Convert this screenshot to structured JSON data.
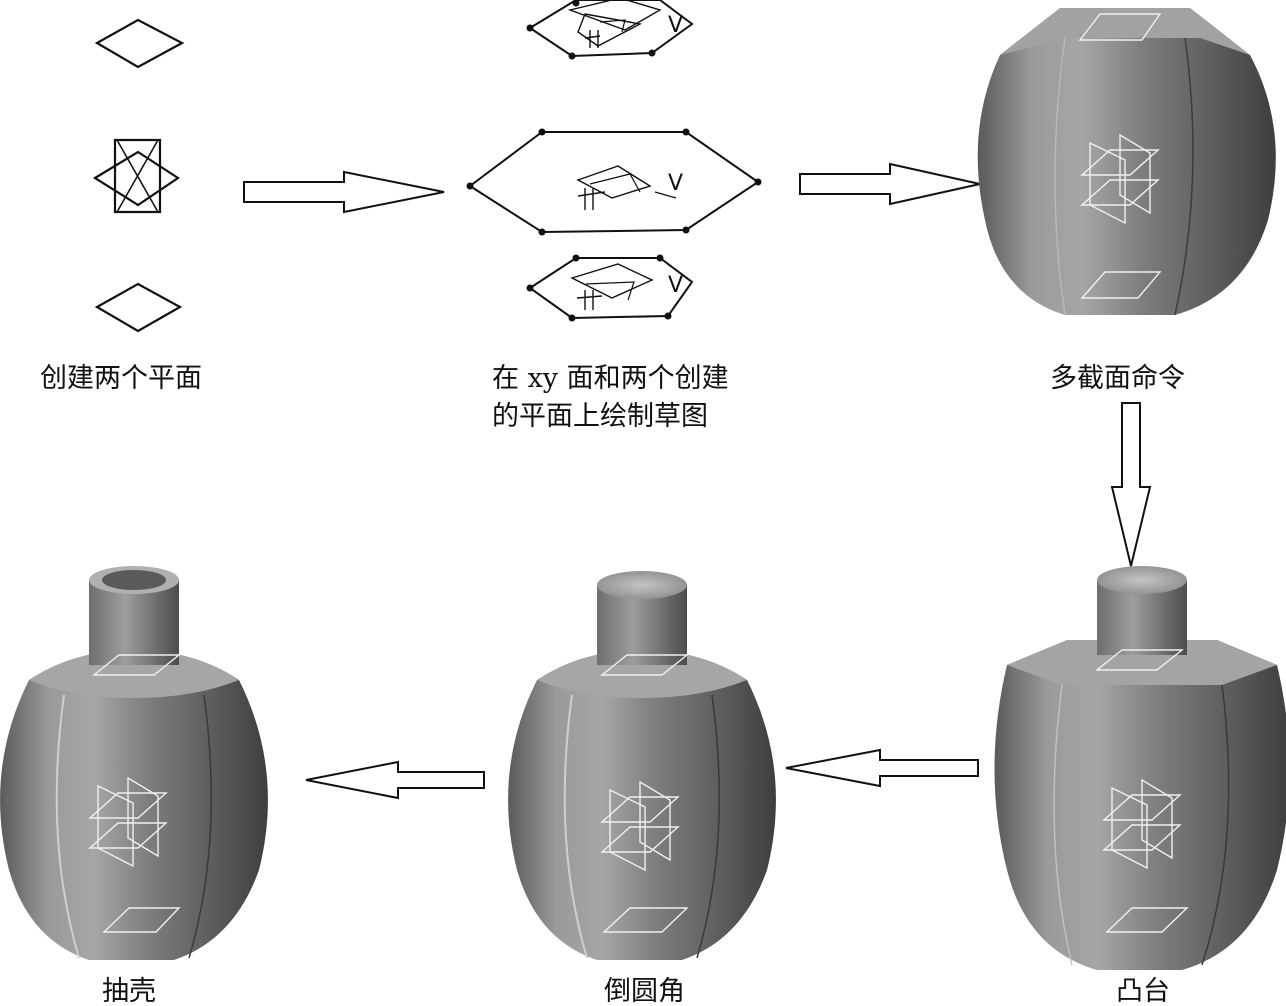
{
  "steps": [
    {
      "id": "planes",
      "label": "创建两个平面"
    },
    {
      "id": "sketch",
      "label_line1": "在 xy 面和两个创建",
      "label_line2": "的平面上绘制草图"
    },
    {
      "id": "loft",
      "label": "多截面命令"
    },
    {
      "id": "boss",
      "label": "凸台"
    },
    {
      "id": "fillet",
      "label": "倒圆角"
    },
    {
      "id": "shell",
      "label": "抽壳"
    }
  ],
  "sketch_glyph": "V",
  "colors": {
    "line": "#111111",
    "body_light": "#b8b8b8",
    "body_mid": "#8c8c8c",
    "body_dark": "#555555",
    "edge_white": "#f2f2f2"
  }
}
